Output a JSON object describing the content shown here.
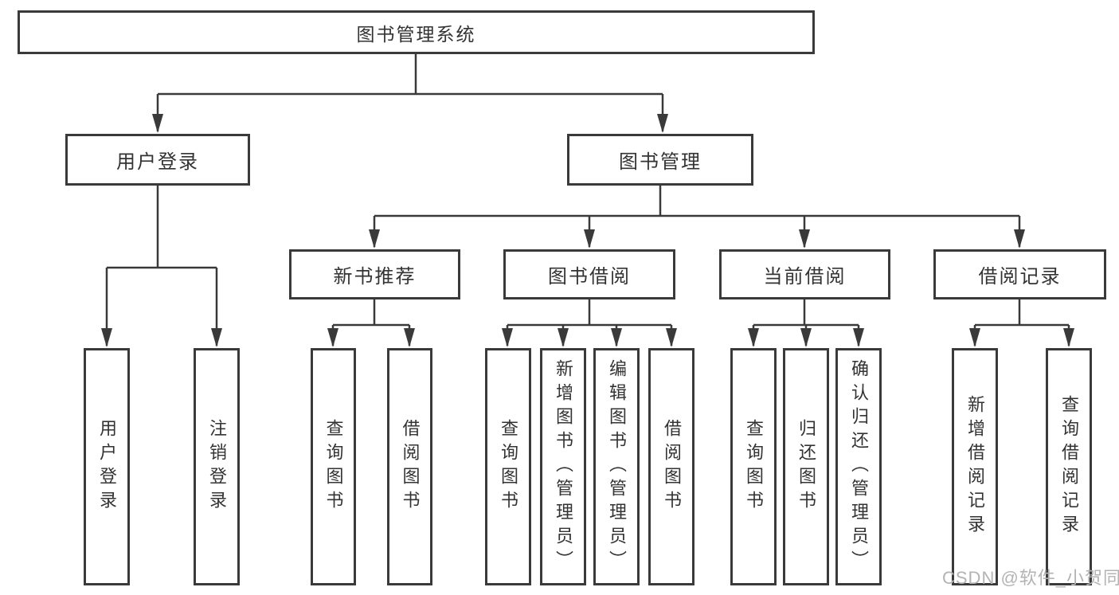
{
  "title": "图书管理系统",
  "colors": {
    "line": "#3a3a3a",
    "text": "#333333",
    "watermark": "#b3b3b3",
    "background": "#ffffff"
  },
  "watermark": {
    "text": "CSDN @软件_小贺同学"
  },
  "nodes": {
    "root": {
      "label": "图书管理系统"
    },
    "user_login": {
      "label": "用户登录"
    },
    "book_mgmt": {
      "label": "图书管理"
    },
    "user_login_action": {
      "label": "用户登录"
    },
    "logout_action": {
      "label": "注销登录"
    },
    "new_book_rec": {
      "label": "新书推荐"
    },
    "book_borrow": {
      "label": "图书借阅"
    },
    "current_borrow": {
      "label": "当前借阅"
    },
    "borrow_records": {
      "label": "借阅记录"
    },
    "nbr_query_books": {
      "label": "查询图书"
    },
    "nbr_borrow_books": {
      "label": "借阅图书"
    },
    "bb_query_books": {
      "label": "查询图书"
    },
    "bb_add_books": {
      "label": "新增图书（管理员）"
    },
    "bb_edit_books": {
      "label": "编辑图书（管理员）"
    },
    "bb_borrow_books": {
      "label": "借阅图书"
    },
    "cb_query_books": {
      "label": "查询图书"
    },
    "cb_return_books": {
      "label": "归还图书"
    },
    "cb_confirm_return": {
      "label": "确认归还（管理员）"
    },
    "br_add_record": {
      "label": "新增借阅记录"
    },
    "br_query_record": {
      "label": "查询借阅记录"
    }
  },
  "edges": [
    [
      "root",
      "user_login"
    ],
    [
      "root",
      "book_mgmt"
    ],
    [
      "user_login",
      "user_login_action"
    ],
    [
      "user_login",
      "logout_action"
    ],
    [
      "book_mgmt",
      "new_book_rec"
    ],
    [
      "book_mgmt",
      "book_borrow"
    ],
    [
      "book_mgmt",
      "current_borrow"
    ],
    [
      "book_mgmt",
      "borrow_records"
    ],
    [
      "new_book_rec",
      "nbr_query_books"
    ],
    [
      "new_book_rec",
      "nbr_borrow_books"
    ],
    [
      "book_borrow",
      "bb_query_books"
    ],
    [
      "book_borrow",
      "bb_add_books"
    ],
    [
      "book_borrow",
      "bb_edit_books"
    ],
    [
      "book_borrow",
      "bb_borrow_books"
    ],
    [
      "current_borrow",
      "cb_query_books"
    ],
    [
      "current_borrow",
      "cb_return_books"
    ],
    [
      "current_borrow",
      "cb_confirm_return"
    ],
    [
      "borrow_records",
      "br_add_record"
    ],
    [
      "borrow_records",
      "br_query_record"
    ]
  ]
}
